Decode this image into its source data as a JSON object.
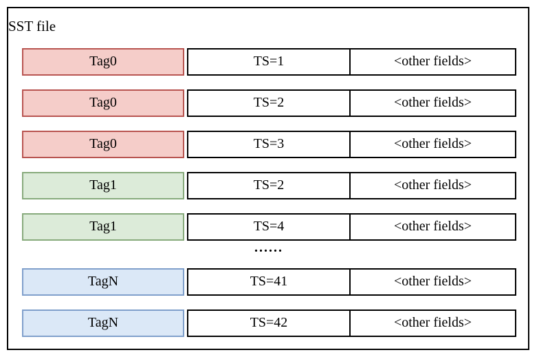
{
  "diagram": {
    "title": "SST file",
    "ellipsis": "......",
    "colors": {
      "red-fill": "#f5cdc9",
      "red-border": "#b85450",
      "green-fill": "#dcebd9",
      "green-border": "#87aa7c",
      "blue-fill": "#dbe8f7",
      "blue-border": "#7f9fcb",
      "box-border": "#000000"
    },
    "rows": [
      {
        "tag": "Tag0",
        "ts": "TS=1",
        "other": "<other fields>",
        "color": "red"
      },
      {
        "tag": "Tag0",
        "ts": "TS=2",
        "other": "<other fields>",
        "color": "red"
      },
      {
        "tag": "Tag0",
        "ts": "TS=3",
        "other": "<other fields>",
        "color": "red"
      },
      {
        "tag": "Tag1",
        "ts": "TS=2",
        "other": "<other fields>",
        "color": "green"
      },
      {
        "tag": "Tag1",
        "ts": "TS=4",
        "other": "<other fields>",
        "color": "green"
      },
      {
        "tag": "TagN",
        "ts": "TS=41",
        "other": "<other fields>",
        "color": "blue"
      },
      {
        "tag": "TagN",
        "ts": "TS=42",
        "other": "<other fields>",
        "color": "blue"
      }
    ]
  }
}
